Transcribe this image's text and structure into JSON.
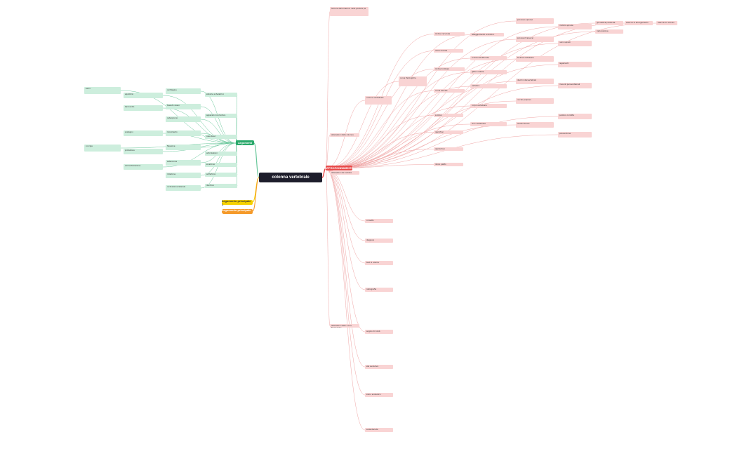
{
  "map": {
    "central": "colonna vertebrale",
    "branches": {
      "right": "APPROFONDIMENTO",
      "left": "Argomenti",
      "sub1": "Argomento principale 1",
      "sub2": "Argomento principale 2"
    },
    "colors": {
      "pink": "#f9d4d4",
      "green": "#cdeedd",
      "red": "#e84a4a",
      "dark": "#1d1d2b",
      "link_pink": "#f0a5a5",
      "link_green": "#68c79a"
    },
    "right_nodes": [
      {
        "id": "r1",
        "text": "Sulle le deformazioni nella postura pe"
      },
      {
        "id": "r2",
        "text": "alterazioni della colonna"
      },
      {
        "id": "r3",
        "text": "alterazioni del rachide"
      },
      {
        "id": "r4",
        "text": "alterazioni delle curve fisiologiche"
      },
      {
        "id": "r5",
        "text": "colonna vertebrale"
      },
      {
        "id": "r6",
        "text": "curve fisiologiche"
      },
      {
        "id": "r7",
        "text": "lordosi cervicale"
      },
      {
        "id": "r8",
        "text": "cifosi dorsale"
      },
      {
        "id": "r9",
        "text": "lordosi lombare"
      },
      {
        "id": "r10",
        "text": "curva sacrale"
      },
      {
        "id": "r11",
        "text": "scoliosi"
      },
      {
        "id": "r12",
        "text": "ipercifosi"
      },
      {
        "id": "r13",
        "text": "iperlordosi"
      },
      {
        "id": "r14",
        "text": "dorso piatto"
      },
      {
        "id": "r15",
        "text": "atteggiamento scoliotico"
      },
      {
        "id": "r16",
        "text": "scoliosi strutturata"
      },
      {
        "id": "r17",
        "text": "gibbo costale"
      },
      {
        "id": "r18",
        "text": "vertebre"
      },
      {
        "id": "r19",
        "text": "corpo vertebrale"
      },
      {
        "id": "r20",
        "text": "arco vertebrale"
      },
      {
        "id": "r21",
        "text": "processo spinoso"
      },
      {
        "id": "r22",
        "text": "processi trasversi"
      },
      {
        "id": "r23",
        "text": "forame vertebrale"
      },
      {
        "id": "r24",
        "text": "dischi intervertebrali"
      },
      {
        "id": "r25",
        "text": "nucleo polposo"
      },
      {
        "id": "r26",
        "text": "anello fibroso"
      },
      {
        "id": "r27",
        "text": "midollo spinale"
      },
      {
        "id": "r28",
        "text": "nervi spinali"
      },
      {
        "id": "r29",
        "text": "legamenti"
      },
      {
        "id": "r30",
        "text": "muscoli paravertebrali"
      },
      {
        "id": "r31",
        "text": "postura corretta"
      },
      {
        "id": "r32",
        "text": "prevenzione"
      },
      {
        "id": "r33",
        "text": "ginnastica posturale"
      },
      {
        "id": "r34",
        "text": "rieducazione"
      },
      {
        "id": "r35",
        "text": "esercizi di allungamento"
      },
      {
        "id": "r36",
        "text": "esercizi di rinforzo"
      },
      {
        "id": "r37",
        "text": "corsetto"
      },
      {
        "id": "r38",
        "text": "diagnosi"
      },
      {
        "id": "r39",
        "text": "test di Adams"
      },
      {
        "id": "r40",
        "text": "radiografia"
      },
      {
        "id": "r41",
        "text": "angolo di Cobb"
      },
      {
        "id": "r42",
        "text": "eta evolutiva"
      },
      {
        "id": "r43",
        "text": "zaino scolastico"
      },
      {
        "id": "r44",
        "text": "sedentarieta"
      }
    ],
    "left_nodes": [
      {
        "id": "l1",
        "text": "sistema scheletrico"
      },
      {
        "id": "l2",
        "text": "apparato locomotore"
      },
      {
        "id": "l3",
        "text": "ossa brevi"
      },
      {
        "id": "l4",
        "text": "articolazioni"
      },
      {
        "id": "l5",
        "text": "sinartrosi"
      },
      {
        "id": "l6",
        "text": "anfiartrosi"
      },
      {
        "id": "l7",
        "text": "diartrosi"
      },
      {
        "id": "l8",
        "text": "cartilagine"
      },
      {
        "id": "l9",
        "text": "tessuto osseo"
      },
      {
        "id": "l10",
        "text": "osteoporosi"
      },
      {
        "id": "l11",
        "text": "movimento"
      },
      {
        "id": "l12",
        "text": "flessione"
      },
      {
        "id": "l13",
        "text": "estensione"
      },
      {
        "id": "l14",
        "text": "rotazione"
      },
      {
        "id": "l15",
        "text": "inclinazione laterale"
      },
      {
        "id": "l16",
        "text": "equilibrio"
      },
      {
        "id": "l17",
        "text": "baricentro"
      },
      {
        "id": "l18",
        "text": "sostegno"
      },
      {
        "id": "l19",
        "text": "protezione"
      },
      {
        "id": "l20",
        "text": "ammortizzazione"
      },
      {
        "id": "l21",
        "text": "sacro"
      },
      {
        "id": "l22",
        "text": "coccige"
      }
    ]
  }
}
